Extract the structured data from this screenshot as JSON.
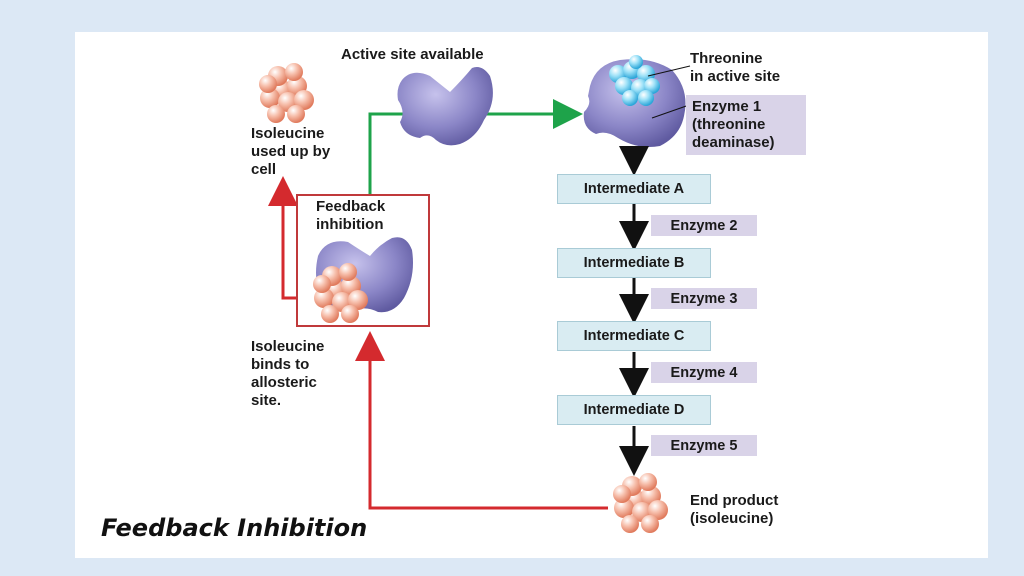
{
  "title": "Feedback Inhibition",
  "labels": {
    "active_site": "Active site available",
    "threonine": "Threonine\nin active site",
    "enzyme1": "Enzyme 1\n(threonine\ndeaminase)",
    "isoleucine_used": "Isoleucine\nused up by\ncell",
    "feedback": "Feedback\ninhibition",
    "isoleucine_binds": "Isoleucine\nbinds to\nallosteric\nsite.",
    "end_product": "End product\n(isoleucine)"
  },
  "intermediates": [
    "Intermediate A",
    "Intermediate B",
    "Intermediate C",
    "Intermediate D"
  ],
  "enzymes": [
    "Enzyme 2",
    "Enzyme 3",
    "Enzyme 4",
    "Enzyme 5"
  ],
  "colors": {
    "enzyme": "#8b86c7",
    "isoleucine": "#f2a48a",
    "threonine": "#5cc7ef",
    "green_arrow": "#1ea34a",
    "red_arrow": "#d42a2e"
  }
}
